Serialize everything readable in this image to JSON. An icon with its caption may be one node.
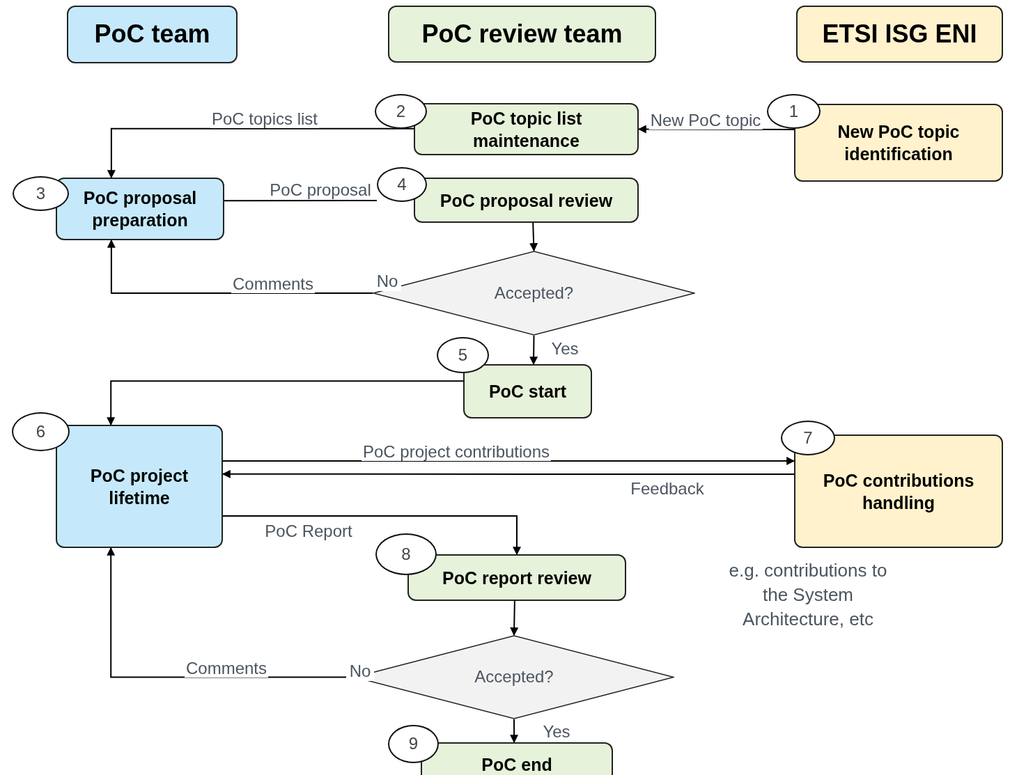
{
  "diagram": {
    "nodes": [
      {
        "text": [
          "PoC team"
        ]
      },
      {
        "text": [
          "PoC review team"
        ]
      },
      {
        "text": [
          "ETSI ISG ENI"
        ]
      },
      {
        "text": [
          "2"
        ]
      },
      {
        "text": [
          "PoC topic list maintenance"
        ]
      },
      {
        "text": [
          "1"
        ]
      },
      {
        "text": [
          "New PoC topic identification"
        ]
      },
      {
        "text": [
          "3"
        ]
      },
      {
        "text": [
          "PoC proposal preparation"
        ]
      },
      {
        "text": [
          "4"
        ]
      },
      {
        "text": [
          "PoC proposal review"
        ]
      },
      {
        "text": [
          "Accepted?"
        ]
      },
      {
        "text": [
          "5"
        ]
      },
      {
        "text": [
          "PoC start"
        ]
      },
      {
        "text": [
          "6"
        ]
      },
      {
        "text": [
          "PoC project lifetime"
        ]
      },
      {
        "text": [
          "7"
        ]
      },
      {
        "text": [
          "PoC contributions handling"
        ]
      },
      {
        "text": [
          "8"
        ]
      },
      {
        "text": [
          "PoC report review"
        ]
      },
      {
        "text": [
          "Accepted?"
        ]
      },
      {
        "text": [
          "9"
        ]
      },
      {
        "text": [
          "PoC end"
        ]
      }
    ],
    "edges": [
      {
        "from": 6,
        "to": 4,
        "arrow": "to",
        "label": "New PoC topic"
      },
      {
        "from": 4,
        "to": 8,
        "arrow": "to",
        "label": "PoC topics list"
      },
      {
        "from": 8,
        "to": 9,
        "arrow": "none",
        "label": "PoC proposal"
      },
      {
        "from": 10,
        "to": 11,
        "arrow": "to"
      },
      {
        "from": 11,
        "to": 8,
        "arrow": "to",
        "label": "Comments"
      },
      {
        "from": 11,
        "to": 13,
        "arrow": "to",
        "label": "Yes"
      },
      {
        "from": 13,
        "to": 15,
        "arrow": "to"
      },
      {
        "from": 15,
        "to": 17,
        "arrow": "to",
        "label": "PoC project contributions"
      },
      {
        "from": 17,
        "to": 15,
        "arrow": "to",
        "label": "Feedback"
      },
      {
        "from": 15,
        "to": 19,
        "arrow": "to",
        "label": "PoC Report"
      },
      {
        "from": 19,
        "to": 20,
        "arrow": "to"
      },
      {
        "from": 20,
        "to": 15,
        "arrow": "to",
        "label": "Comments"
      },
      {
        "from": 20,
        "to": 22,
        "arrow": "to",
        "label": "Yes"
      }
    ],
    "labels": [
      "No",
      "No",
      "e.g. contributions to the System Architecture, etc"
    ]
  }
}
